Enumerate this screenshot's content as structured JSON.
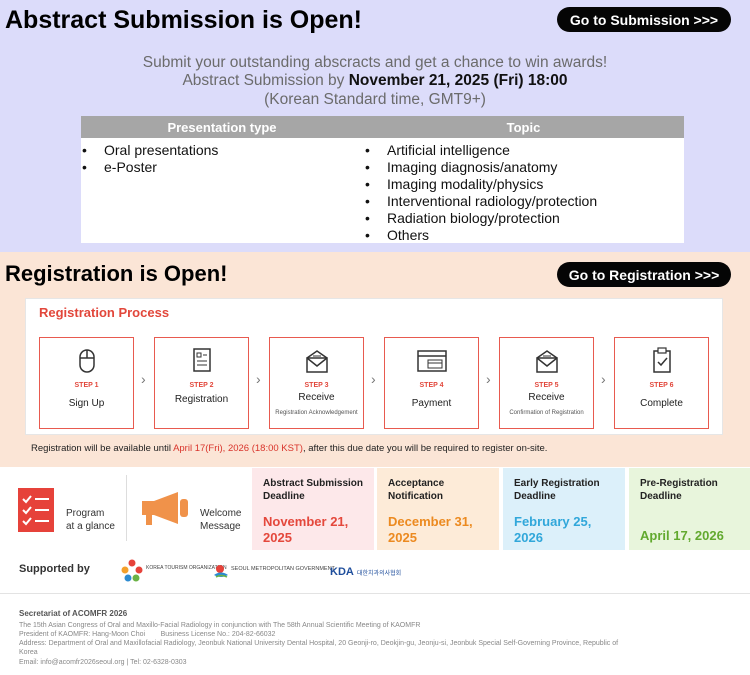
{
  "abstract": {
    "title": "Abstract Submission is Open!",
    "button_label": "Go to Submission   >>>",
    "line1": "Submit your outstanding abscracts and get a chance to win awards!",
    "line2_prefix": "Abstract Submission by ",
    "line2_date": "November 21, 2025 (Fri) 18:00",
    "line3": "(Korean Standard time, GMT9+)",
    "table": {
      "headers": [
        "Presentation type",
        "Topic"
      ],
      "presentation_types": [
        "Oral presentations",
        "e-Poster"
      ],
      "topics": [
        "Artificial intelligence",
        "Imaging diagnosis/anatomy",
        "Imaging modality/physics",
        "Interventional radiology/protection",
        "Radiation biology/protection",
        "Others"
      ]
    }
  },
  "registration": {
    "title": "Registration is Open!",
    "button_label": "Go to Registration   >>>",
    "process_title": "Registration Process",
    "steps": [
      {
        "num": "STEP 1",
        "name": "Sign Up",
        "sub": "",
        "icon": "mouse-icon"
      },
      {
        "num": "STEP 2",
        "name": "Registration",
        "sub": "",
        "icon": "form-icon"
      },
      {
        "num": "STEP 3",
        "name": "Receive",
        "sub": "Registration Acknowledgement",
        "icon": "envelope-icon"
      },
      {
        "num": "STEP 4",
        "name": "Payment",
        "sub": "",
        "icon": "browser-payment-icon"
      },
      {
        "num": "STEP 5",
        "name": "Receive",
        "sub": "Confirmation of Registration",
        "icon": "envelope-icon"
      },
      {
        "num": "STEP 6",
        "name": "Complete",
        "sub": "",
        "icon": "clipboard-check-icon"
      }
    ],
    "availability_prefix": "Registration will be available until ",
    "availability_date": "April 17(Fri), 2026 (18:00 KST)",
    "availability_suffix": ", after this due date you will be required to register on-site."
  },
  "quick_links": [
    {
      "line1": "Program",
      "line2": "at a glance",
      "icon": "checklist-icon"
    },
    {
      "line1": "Welcome",
      "line2": "Message",
      "icon": "megaphone-icon"
    }
  ],
  "deadlines": [
    {
      "title1": "Abstract Submission",
      "title2": "Deadline",
      "date1": "November 21,",
      "date2": "2025",
      "bg": "#fde8ea",
      "color": "#e4483c"
    },
    {
      "title1": "Acceptance",
      "title2": "Notification",
      "date1": "December 31,",
      "date2": "2025",
      "bg": "#fdebd8",
      "color": "#ec8a20"
    },
    {
      "title1": "Early Registration",
      "title2": "Deadline",
      "date1": "February 25,",
      "date2": "2026",
      "bg": "#dcf0fa",
      "color": "#31a7da"
    },
    {
      "title1": "Pre-Registration",
      "title2": "Deadline",
      "date1": "",
      "date2": "April 17, 2026",
      "bg": "#e8f5dc",
      "color": "#62a92f"
    }
  ],
  "supported": {
    "label": "Supported by",
    "logos": [
      {
        "name": "KOREA TOURISM ORGANIZATION",
        "icon": "kto-logo"
      },
      {
        "name": "SEOUL METROPOLITAN GOVERNMENT",
        "icon": "seoul-logo"
      },
      {
        "name": "KDA",
        "sub": "대한치과의사협회",
        "icon": "kda-logo"
      }
    ]
  },
  "footer": {
    "title": "Secretariat of ACOMFR 2026",
    "line1": "The 15th Asian Congress of Oral and Maxillo-Facial Radiology in conjunction with The 58th Annual Scientific Meeting of KAOMFR",
    "line2": "President of KAOMFR: Hang-Moon Choi        Business License No.: 204-82-66032",
    "line3": "Address: Department of Oral and Maxillofacial Radiology, Jeonbuk National University Dental Hospital, 20 Geonji-ro, Deokjin-gu, Jeonju-si, Jeonbuk Special Self-Governing Province, Republic of",
    "line4": "Korea",
    "line5": "Email: info@acomfr2026seoul.org | Tel: 02-6328-0303"
  }
}
